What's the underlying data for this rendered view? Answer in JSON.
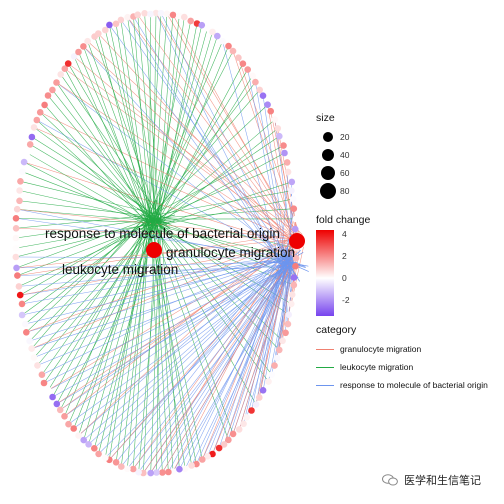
{
  "nodes": {
    "categories": [
      {
        "label": "response to molecule of bacterial origin"
      },
      {
        "label": "granulocyte migration"
      },
      {
        "label": "leukocyte migration"
      }
    ]
  },
  "legend": {
    "size": {
      "title": "size",
      "entries": [
        {
          "label": "20",
          "value": 20
        },
        {
          "label": "40",
          "value": 40
        },
        {
          "label": "60",
          "value": 60
        },
        {
          "label": "80",
          "value": 80
        }
      ]
    },
    "fold_change": {
      "title": "fold change",
      "ticks": [
        {
          "label": "4",
          "value": 4
        },
        {
          "label": "2",
          "value": 2
        },
        {
          "label": "0",
          "value": 0
        },
        {
          "label": "-2",
          "value": -2
        }
      ],
      "range": [
        -3.5,
        4.4
      ],
      "color_high": "#ee0000",
      "color_mid": "#ffffff",
      "color_low": "#7744ee"
    },
    "category": {
      "title": "category",
      "entries": [
        {
          "label": "granulocyte migration",
          "color": "#f08070"
        },
        {
          "label": "leukocyte migration",
          "color": "#22aa44"
        },
        {
          "label": "response to molecule of bacterial origin",
          "color": "#6d95ee"
        }
      ]
    }
  },
  "watermark": {
    "text": "医学和生信笔记"
  }
}
